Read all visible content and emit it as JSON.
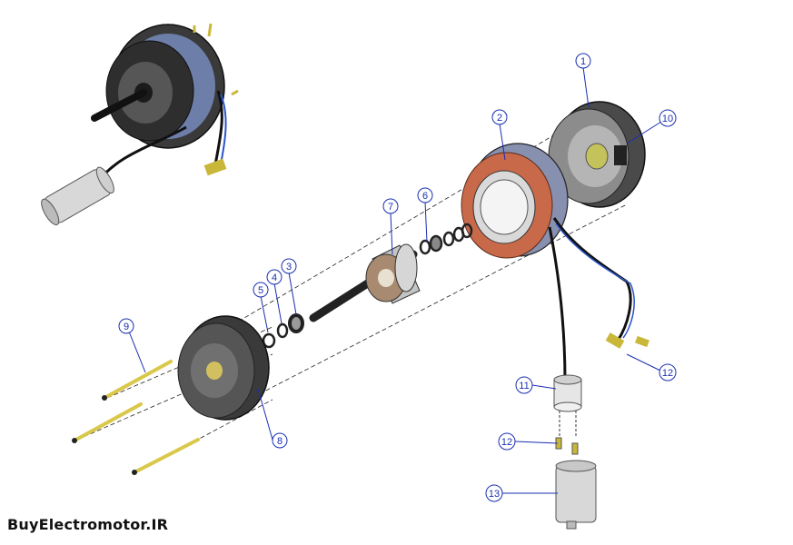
{
  "brand": "BuyElectromotor.IR",
  "parts": [
    {
      "number": "1",
      "component": "rear-end-shield"
    },
    {
      "number": "2",
      "component": "stator"
    },
    {
      "number": "3",
      "component": "front-bearing"
    },
    {
      "number": "4",
      "component": "front-washer"
    },
    {
      "number": "5",
      "component": "front-spring-washer"
    },
    {
      "number": "6",
      "component": "rear-bearing-washers"
    },
    {
      "number": "7",
      "component": "rotor-shaft"
    },
    {
      "number": "8",
      "component": "front-end-shield"
    },
    {
      "number": "9",
      "component": "tie-bolt"
    },
    {
      "number": "10",
      "component": "rear-bearing"
    },
    {
      "number": "11",
      "component": "capacitor-clamp"
    },
    {
      "number": "12",
      "component": "wire-terminal"
    },
    {
      "number": "12",
      "component": "capacitor-terminal"
    },
    {
      "number": "13",
      "component": "capacitor"
    }
  ],
  "colors": {
    "callout": "#1a2fb0",
    "leader": "#1a2fb0",
    "metal_dark": "#2b2b2b",
    "metal_mid": "#5a5a5a",
    "metal_light": "#b8b8b8",
    "winding": "#c86a4a",
    "bolt": "#d9c84a",
    "capacitor": "#d8d8d8"
  }
}
